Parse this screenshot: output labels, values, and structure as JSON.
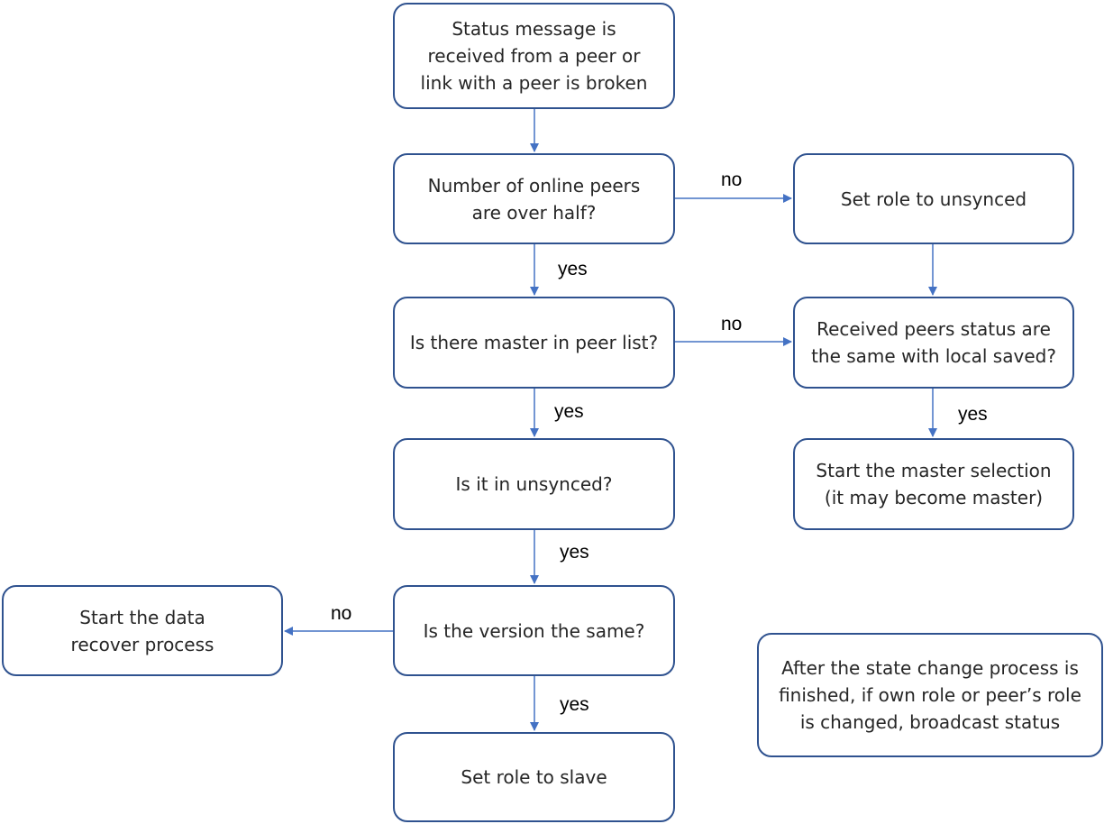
{
  "colors": {
    "box_border": "#2f528f",
    "arrow": "#4472c4",
    "text": "#262626",
    "label": "#000000"
  },
  "nodes": {
    "start": "Status message is received from a peer or link with a peer is broken",
    "online_check": "Number of online peers are over half?",
    "set_unsynced": "Set role to unsynced",
    "master_check": "Is there master in peer list?",
    "status_check": "Received peers status are the same with local saved?",
    "unsynced_check": "Is it in unsynced?",
    "master_selection": "Start the master selection (it may become master)",
    "version_check": "Is the version the same?",
    "data_recover": "Start the data recover process",
    "set_slave": "Set role to slave",
    "note": "After the state change process is finished, if own role or peer’s role is changed, broadcast status"
  },
  "edge_labels": {
    "online_no": "no",
    "online_yes": "yes",
    "master_no": "no",
    "master_yes": "yes",
    "status_yes": "yes",
    "unsynced_yes": "yes",
    "version_no": "no",
    "version_yes": "yes"
  }
}
